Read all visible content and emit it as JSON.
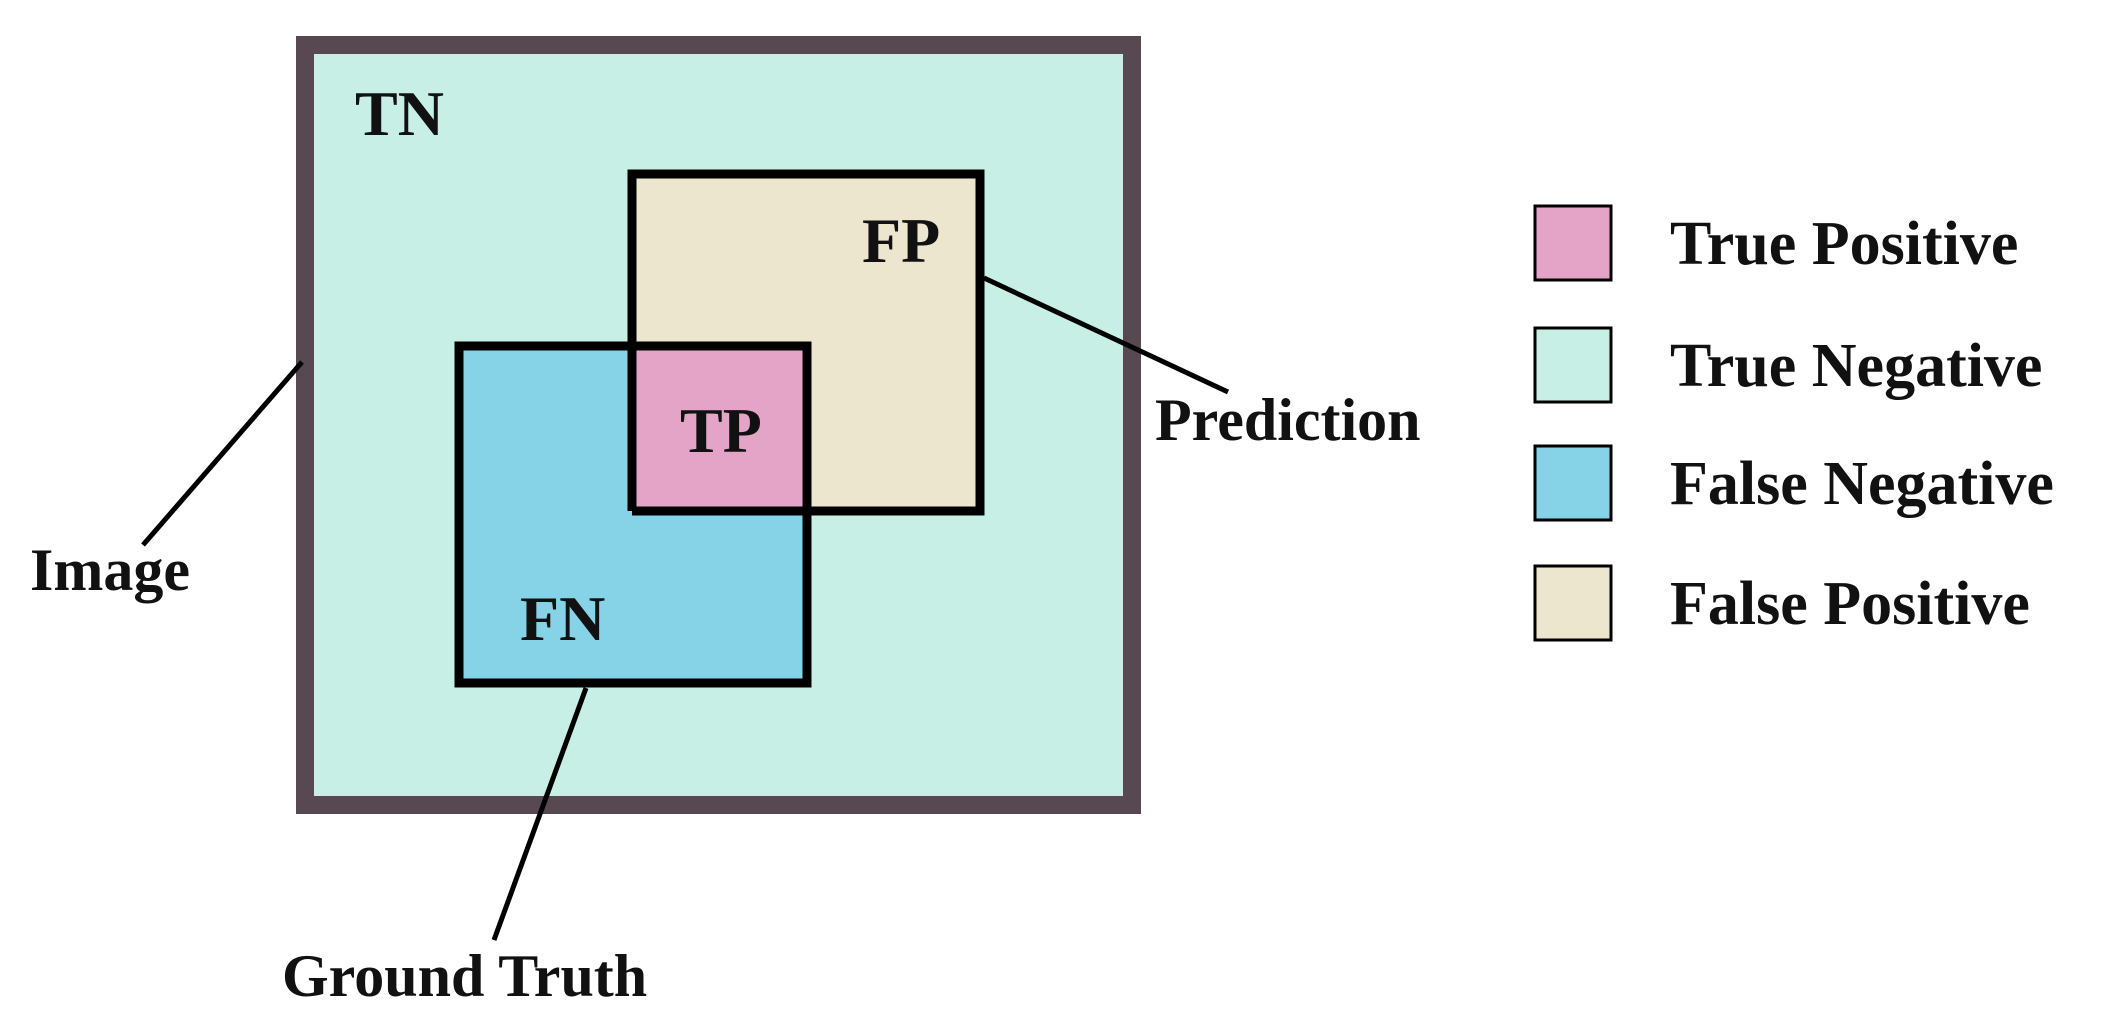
{
  "colors": {
    "true_positive": "#e3a4c8",
    "true_negative": "#c8efe5",
    "false_negative": "#86d2e6",
    "false_positive": "#ede6cf",
    "image_border": "#574852",
    "box_border": "#000000",
    "text": "#111111"
  },
  "regions": {
    "tn": "TN",
    "fp": "FP",
    "tp": "TP",
    "fn": "FN"
  },
  "callouts": {
    "image": "Image",
    "prediction": "Prediction",
    "ground_truth": "Ground Truth"
  },
  "legend": [
    {
      "label": "True Positive",
      "color": "#e3a4c8"
    },
    {
      "label": "True Negative",
      "color": "#c8efe5"
    },
    {
      "label": "False Negative",
      "color": "#86d2e6"
    },
    {
      "label": "False Positive",
      "color": "#ede6cf"
    }
  ]
}
